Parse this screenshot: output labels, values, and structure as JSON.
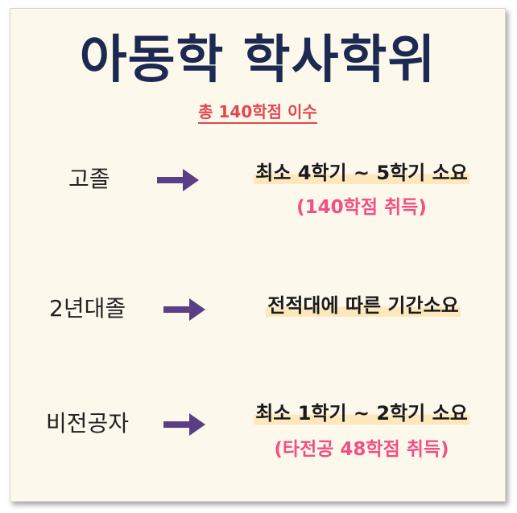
{
  "title": "아동학 학사학위",
  "subtitle": "총 140학점 이수",
  "rows": [
    {
      "label": "고졸",
      "result": "최소 4학기 ~ 5학기 소요",
      "note": "(140학점 취득)"
    },
    {
      "label": "2년대졸",
      "result": "전적대에 따른 기간소요",
      "note": ""
    },
    {
      "label": "비전공자",
      "result": "최소 1학기 ~ 2학기 소요",
      "note": "(타전공 48학점 취득)"
    }
  ],
  "colors": {
    "title": "#1c2a52",
    "accent_red": "#e2474f",
    "note_pink": "#f24f85",
    "arrow": "#5b3f86",
    "highlight": "#fde8bd",
    "background": "#fdf8ec"
  },
  "icons": [
    "arrow-right-icon"
  ]
}
